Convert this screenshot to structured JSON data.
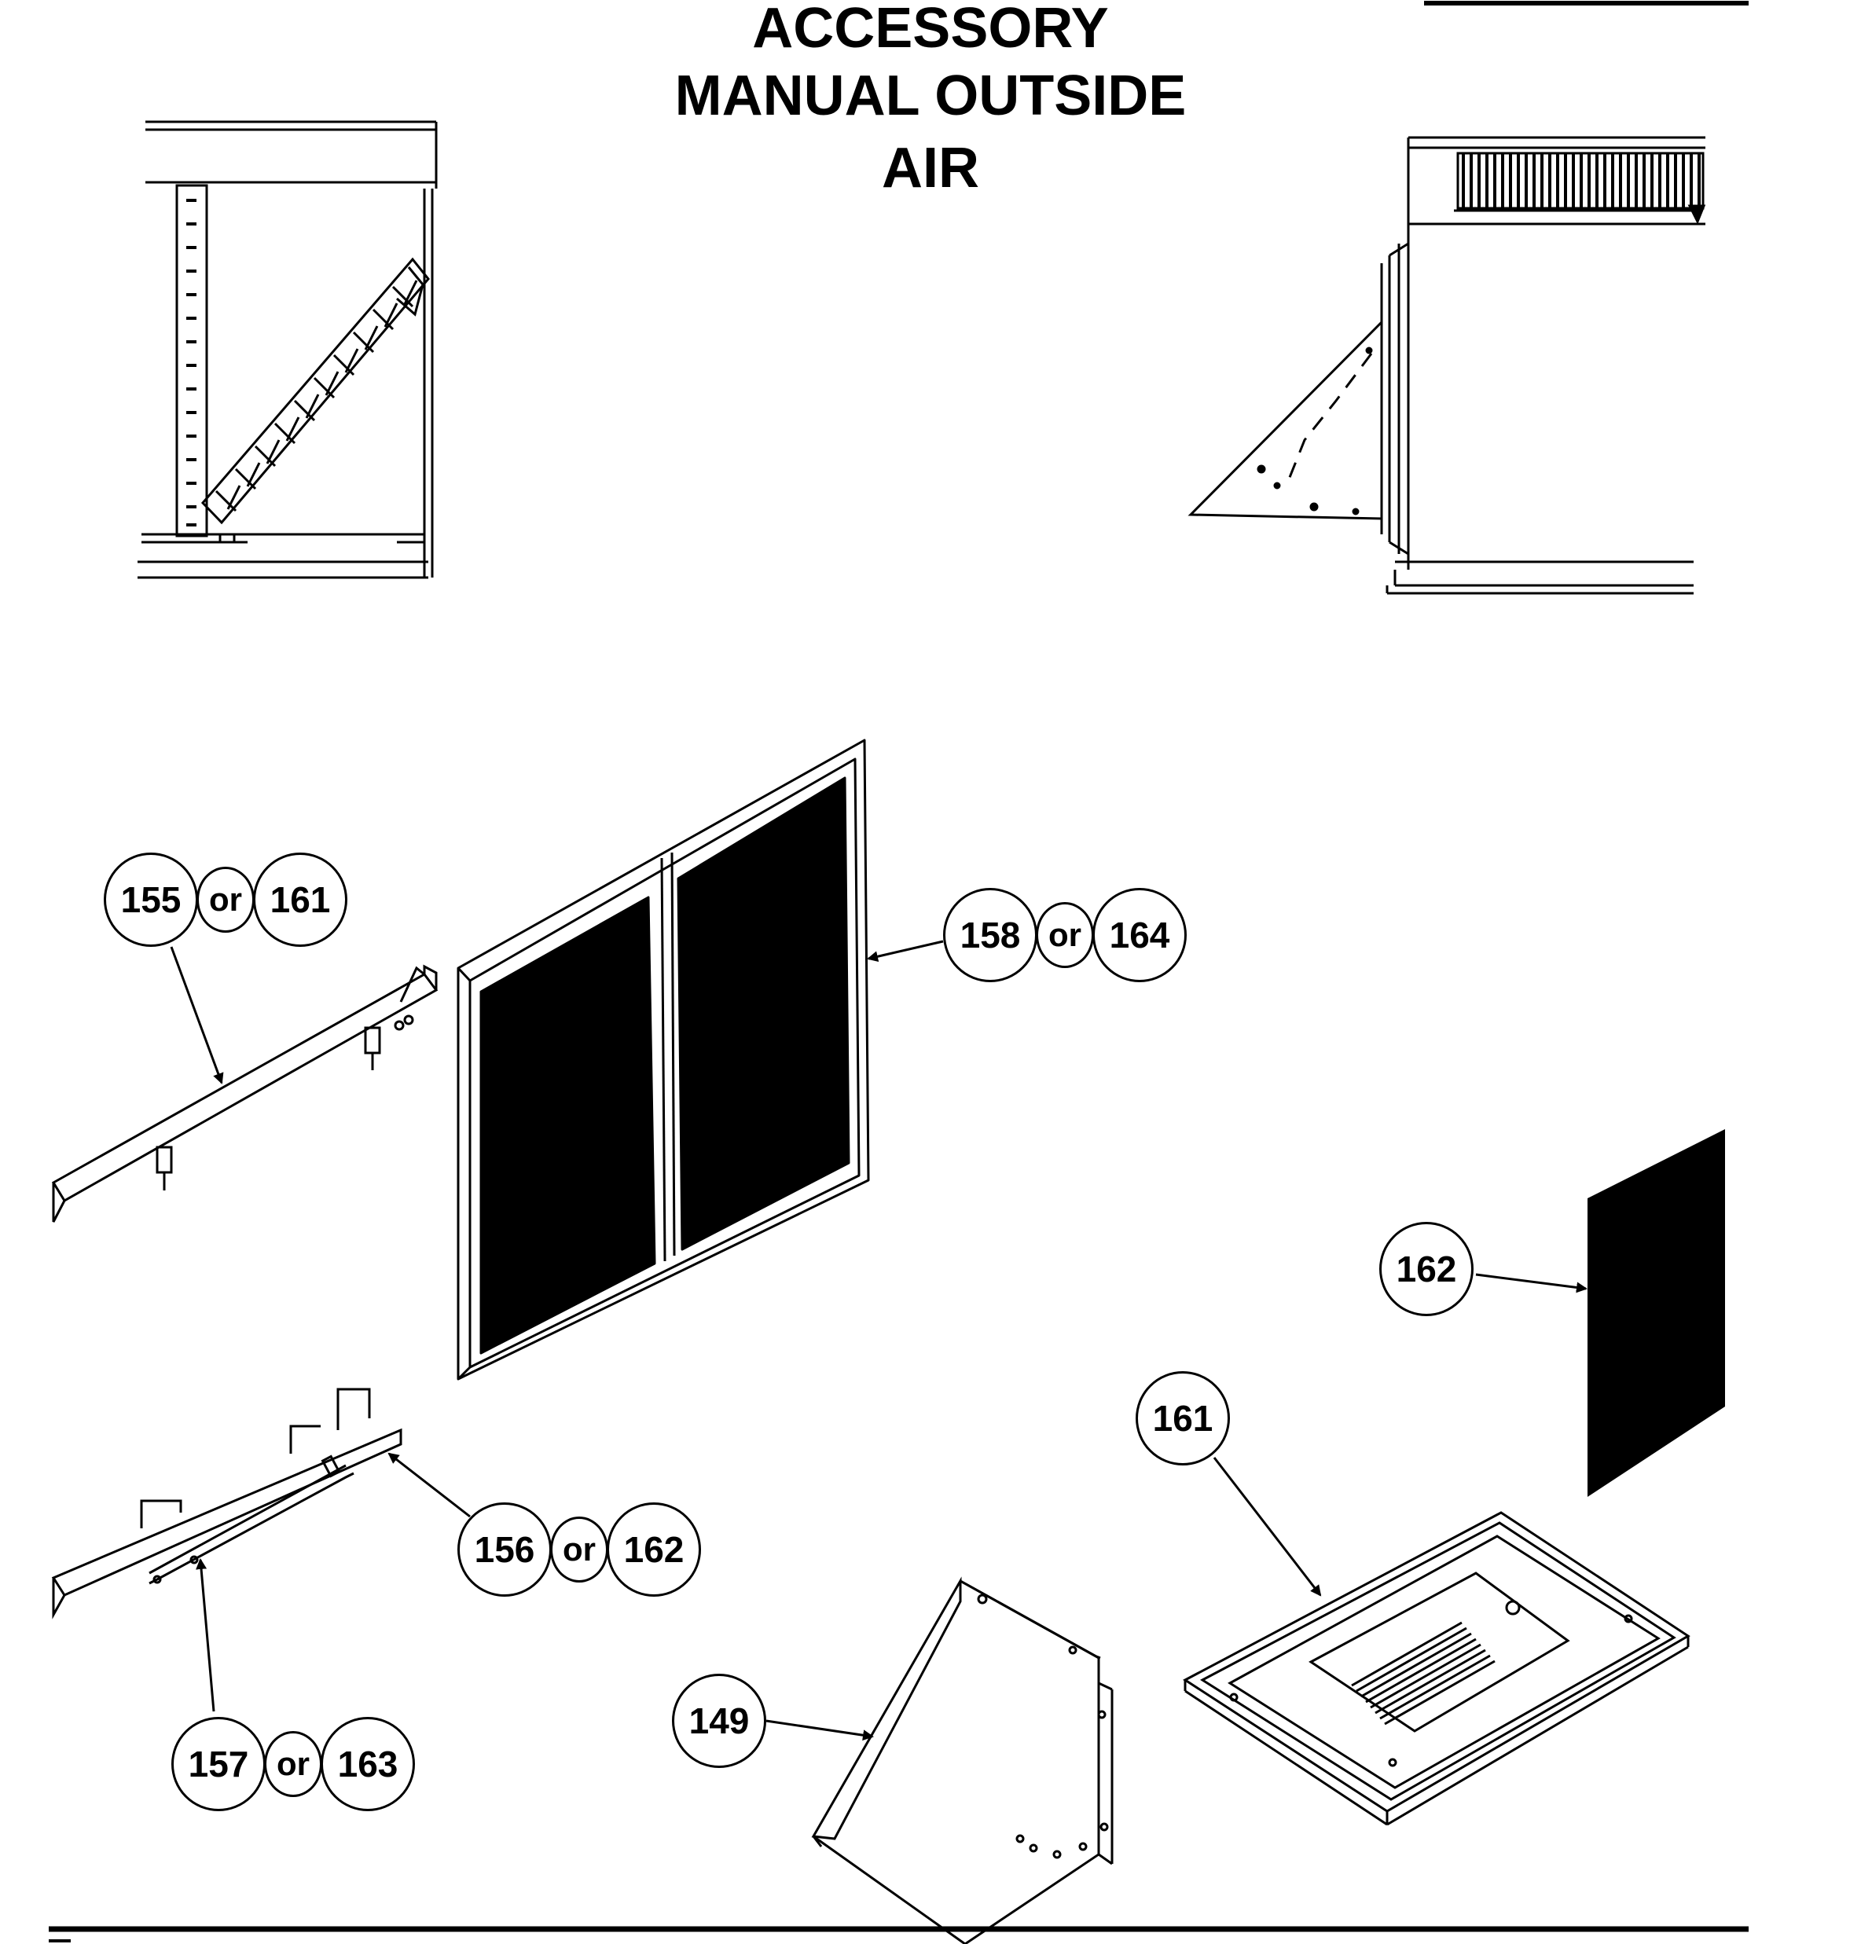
{
  "header": {
    "title_lines": [
      "ACCESSORY",
      "MANUAL OUTSIDE",
      "AIR"
    ]
  },
  "callouts": {
    "c155_161": {
      "a": "155",
      "or": "or",
      "b": "161"
    },
    "c158_164": {
      "a": "158",
      "or": "or",
      "b": "164"
    },
    "c156_162": {
      "a": "156",
      "or": "or",
      "b": "162"
    },
    "c157_163": {
      "a": "157",
      "or": "or",
      "b": "163"
    },
    "c162": {
      "a": "162"
    },
    "c161": {
      "a": "161"
    },
    "c149": {
      "a": "149"
    }
  },
  "colors": {
    "ink": "#000000",
    "paper": "#ffffff"
  }
}
